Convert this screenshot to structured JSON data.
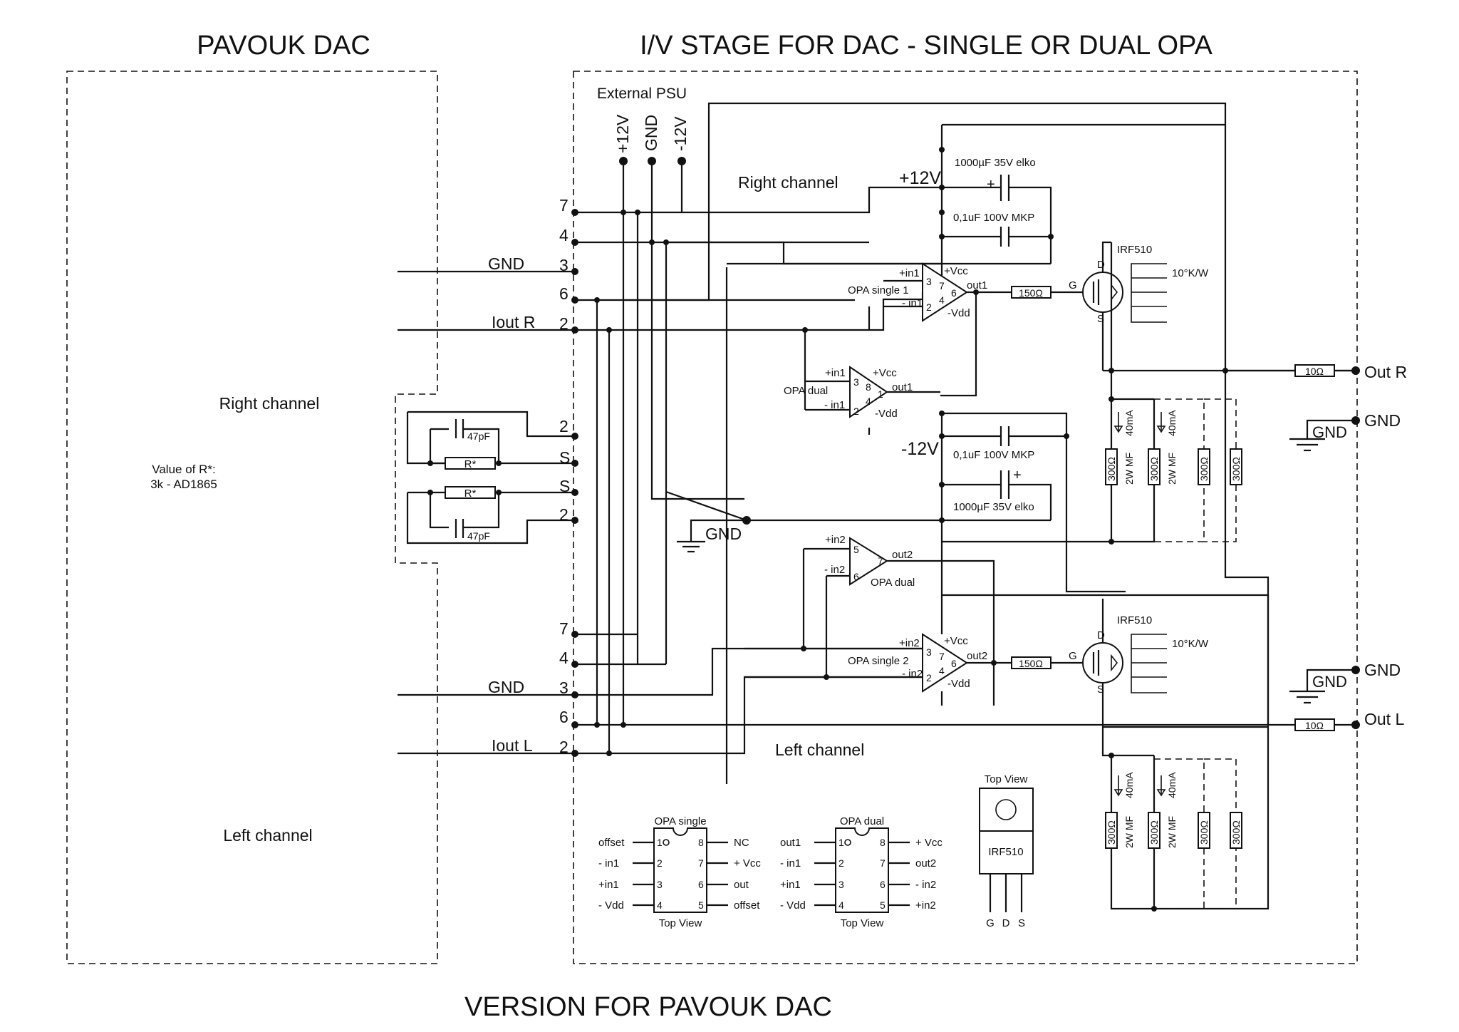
{
  "titles": {
    "left": "PAVOUK DAC",
    "main": "I/V STAGE FOR DAC - SINGLE OR  DUAL OPA",
    "bottom": "VERSION FOR  PAVOUK DAC"
  },
  "dac_box": {
    "right_channel": "Right channel",
    "left_channel": "Left channel",
    "r_value_line1": "Value of R*:",
    "r_value_line2": "3k - AD1865",
    "resistor": "R*",
    "cap": "47pF",
    "pin_2": "2",
    "pin_s": "S"
  },
  "psu": {
    "label": "External PSU",
    "plus": "+12V",
    "gnd": "GND",
    "minus": "-12V"
  },
  "connector_pins": [
    "7",
    "4",
    "3",
    "6",
    "2"
  ],
  "signals": {
    "gnd": "GND",
    "iout_r": "Iout R",
    "iout_l": "Iout L"
  },
  "rails": {
    "plus": "+12V",
    "minus": "-12V",
    "gnd": "GND"
  },
  "caps": {
    "elko": "1000µF 35V elko",
    "mkp": "0,1uF 100V MKP",
    "plus": "+"
  },
  "channels": {
    "right": "Right channel",
    "left": "Left channel"
  },
  "opa_single1": {
    "name": "OPA single 1",
    "in_p": "+in1",
    "in_n": "- in1",
    "vcc": "+Vcc",
    "vdd": "-Vdd",
    "out": "out1",
    "pins": [
      "3",
      "2",
      "7",
      "4",
      "6"
    ]
  },
  "opa_dual_a": {
    "name": "OPA dual",
    "in_p": "+in1",
    "in_n": "- in1",
    "vcc": "+Vcc",
    "vdd": "-Vdd",
    "out": "out1",
    "pins": [
      "3",
      "2",
      "8",
      "4",
      "1"
    ]
  },
  "opa_dual_b": {
    "name": "OPA dual",
    "in_p": "+in2",
    "in_n": "- in2",
    "out": "out2",
    "pins": [
      "5",
      "6",
      "7"
    ]
  },
  "opa_single2": {
    "name": "OPA single 2",
    "in_p": "+in2",
    "in_n": "- in2",
    "vcc": "+Vcc",
    "vdd": "-Vdd",
    "out": "out2",
    "pins": [
      "3",
      "2",
      "7",
      "4",
      "6"
    ]
  },
  "mosfet": {
    "part": "IRF510",
    "heatsink": "10°K/W",
    "gate_res": "150Ω",
    "g": "G",
    "d": "D",
    "s": "S"
  },
  "load": {
    "res": "300Ω",
    "rating": "2W MF",
    "current": "40mA"
  },
  "outputs": {
    "out_res": "10Ω",
    "out_r": "Out R",
    "out_l": "Out L",
    "gnd": "GND"
  },
  "pinouts": {
    "top_view": "Top View",
    "single": {
      "title": "OPA single",
      "left": [
        [
          "offset",
          "1"
        ],
        [
          "- in1",
          "2"
        ],
        [
          "+in1",
          "3"
        ],
        [
          "- Vdd",
          "4"
        ]
      ],
      "right": [
        [
          "8",
          "NC"
        ],
        [
          "7",
          "+ Vcc"
        ],
        [
          "6",
          "out"
        ],
        [
          "5",
          "offset"
        ]
      ]
    },
    "dual": {
      "title": "OPA dual",
      "left": [
        [
          "out1",
          "1"
        ],
        [
          "- in1",
          "2"
        ],
        [
          "+in1",
          "3"
        ],
        [
          "- Vdd",
          "4"
        ]
      ],
      "right": [
        [
          "8",
          "+ Vcc"
        ],
        [
          "7",
          "out2"
        ],
        [
          "6",
          "- in2"
        ],
        [
          "5",
          "+in2"
        ]
      ]
    },
    "irf": {
      "part": "IRF510",
      "leads": [
        "G",
        "D",
        "S"
      ]
    }
  }
}
